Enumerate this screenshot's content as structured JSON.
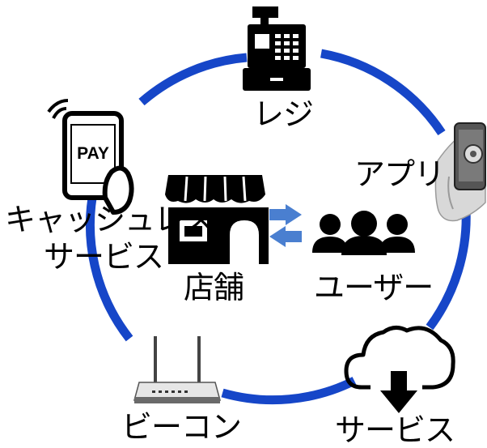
{
  "colors": {
    "ring": "#1646C8",
    "arrow": "#4A7FD0",
    "icon": "#000000",
    "bg": "#ffffff"
  },
  "center": {
    "store_label": "店舗",
    "users_label": "ユーザー"
  },
  "nodes": {
    "register": {
      "label": "レジ",
      "icon": "cash-register-icon"
    },
    "app": {
      "label": "アプリ",
      "icon": "hand-phone-icon"
    },
    "service": {
      "label": "サービス",
      "icon": "cloud-download-icon"
    },
    "beacon": {
      "label": "ビーコン",
      "icon": "router-icon"
    },
    "cashless_line1": "キャッシュレス",
    "cashless_line2": "サービス",
    "cashless_icon": "pay-phone-icon"
  }
}
